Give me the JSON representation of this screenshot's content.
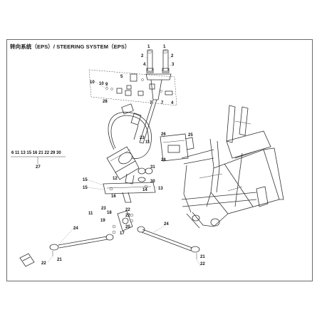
{
  "title": "转向系统（EPS）/ STEERING SYSTEM（EPS）",
  "callouts": {
    "c1a": "1",
    "c1b": "1",
    "c2a": "2",
    "c2b": "2",
    "c3": "3",
    "c4a": "4",
    "c4b": "4",
    "c5": "5",
    "c7a": "7",
    "c7b": "7",
    "c9": "9",
    "c10a": "10",
    "c10b": "10",
    "c28a": "28",
    "c23a": "23",
    "c11a": "11",
    "c26": "26",
    "c25": "25",
    "c28b": "28",
    "kit_list": "6 11 13 15 16 21 22 29 30",
    "c27": "27",
    "c31": "31",
    "c30": "30",
    "c12": "12",
    "c15a": "15",
    "c15b": "15",
    "c14": "14",
    "c13": "13",
    "c16": "16",
    "c11b": "11",
    "c23b": "23",
    "c18": "18",
    "c22a": "22",
    "c22b": "22",
    "c19": "19",
    "c17": "17",
    "c20": "20",
    "c24a": "24",
    "c24b": "24",
    "c21a": "21",
    "c21b": "21",
    "c22c": "22",
    "c22d": "22"
  }
}
